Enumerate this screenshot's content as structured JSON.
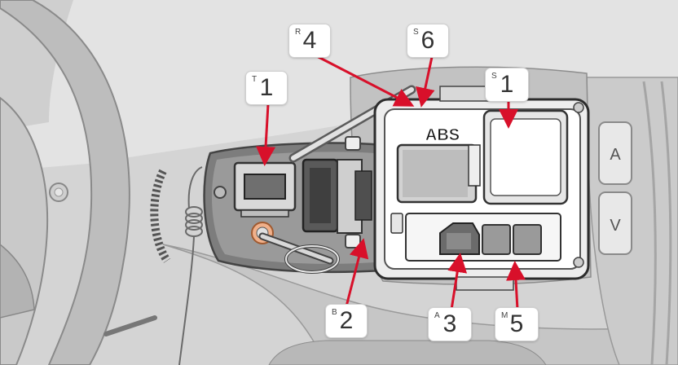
{
  "callouts": [
    {
      "id": "r4",
      "prefix": "R",
      "number": "4"
    },
    {
      "id": "s6",
      "prefix": "S",
      "number": "6"
    },
    {
      "id": "t1",
      "prefix": "T",
      "number": "1"
    },
    {
      "id": "s1",
      "prefix": "S",
      "number": "1"
    },
    {
      "id": "b2",
      "prefix": "B",
      "number": "2"
    },
    {
      "id": "a3",
      "prefix": "A",
      "number": "3"
    },
    {
      "id": "m5",
      "prefix": "M",
      "number": "5"
    }
  ],
  "module": {
    "abs_label": "ABS"
  },
  "buttons": {
    "up_label": "A",
    "down_label": "V"
  },
  "colors": {
    "arrow": "#d8102a",
    "callout_bg": "#ffffff",
    "background": "#d6d6d6"
  }
}
